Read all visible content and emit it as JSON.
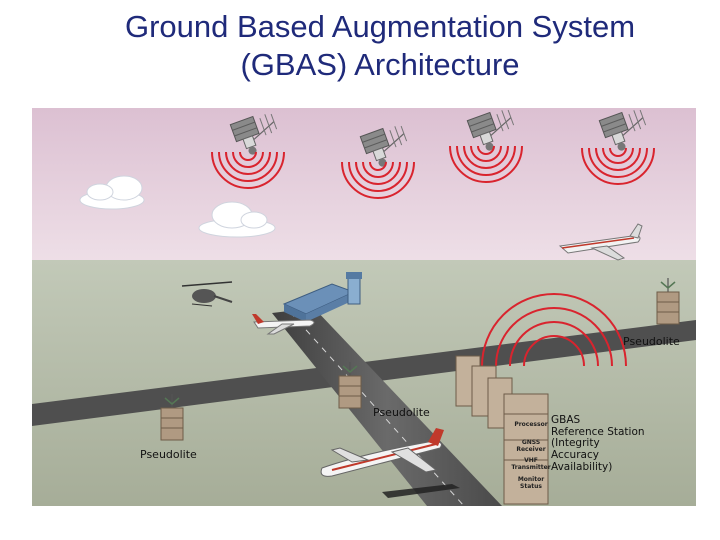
{
  "title": {
    "line1": "Ground Based Augmentation System",
    "line2": "(GBAS) Architecture"
  },
  "labels": {
    "pseudolite_right": "Pseudolite",
    "pseudolite_center": "Pseudolite",
    "pseudolite_left": "Pseudolite"
  },
  "station": {
    "processor": "Processor",
    "gnss_receiver": [
      "GNSS",
      "Receiver"
    ],
    "vhf_transmitter": [
      "VHF",
      "Transmitter"
    ],
    "monitor_status": [
      "Monitor",
      "Status"
    ],
    "description": [
      "GBAS",
      "Reference Station",
      "(Integrity",
      "Accuracy",
      "Availability)"
    ]
  },
  "colors": {
    "title": "#1f2a7a",
    "sky": "#e6cfdc",
    "ground": "#b4bca8",
    "signal": "#d9242e",
    "runway": "#5a5a5a"
  },
  "icons": [
    "satellite-icon",
    "cloud-icon",
    "airliner-icon",
    "helicopter-icon",
    "terminal-building-icon",
    "pseudolite-icon",
    "reference-station-icon",
    "signal-waves-icon"
  ]
}
